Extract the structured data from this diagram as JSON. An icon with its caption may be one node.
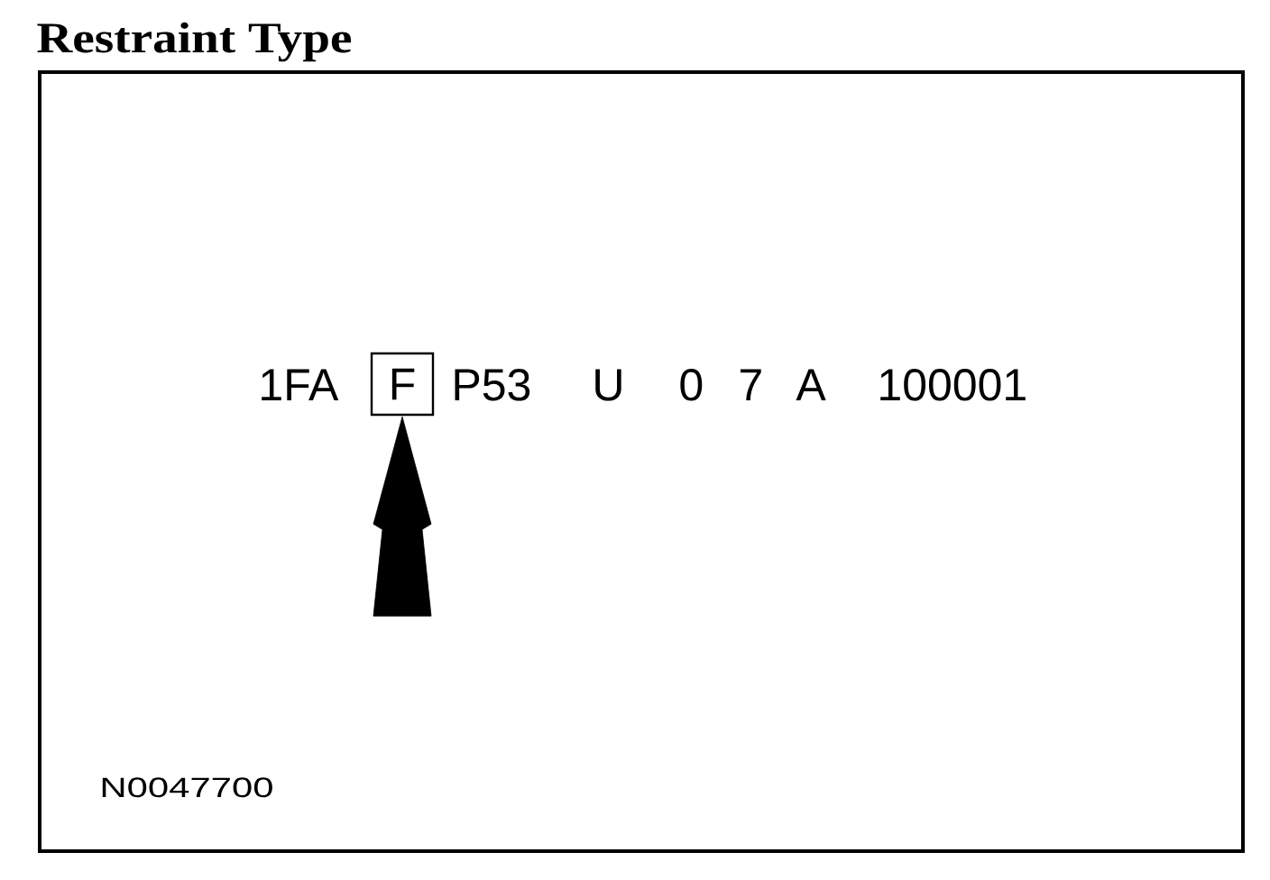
{
  "diagram": {
    "nodes": [
      {
        "text": [
          "Restraint Type"
        ]
      },
      {
        "text": [
          "F"
        ],
        "in": 0
      }
    ],
    "edges": [
      {
        "from": null,
        "to": 1,
        "arrow": "to"
      }
    ],
    "labels": [
      "1FA",
      "P53",
      "U",
      "0",
      "7",
      "A",
      "100001",
      "N0047700"
    ]
  }
}
